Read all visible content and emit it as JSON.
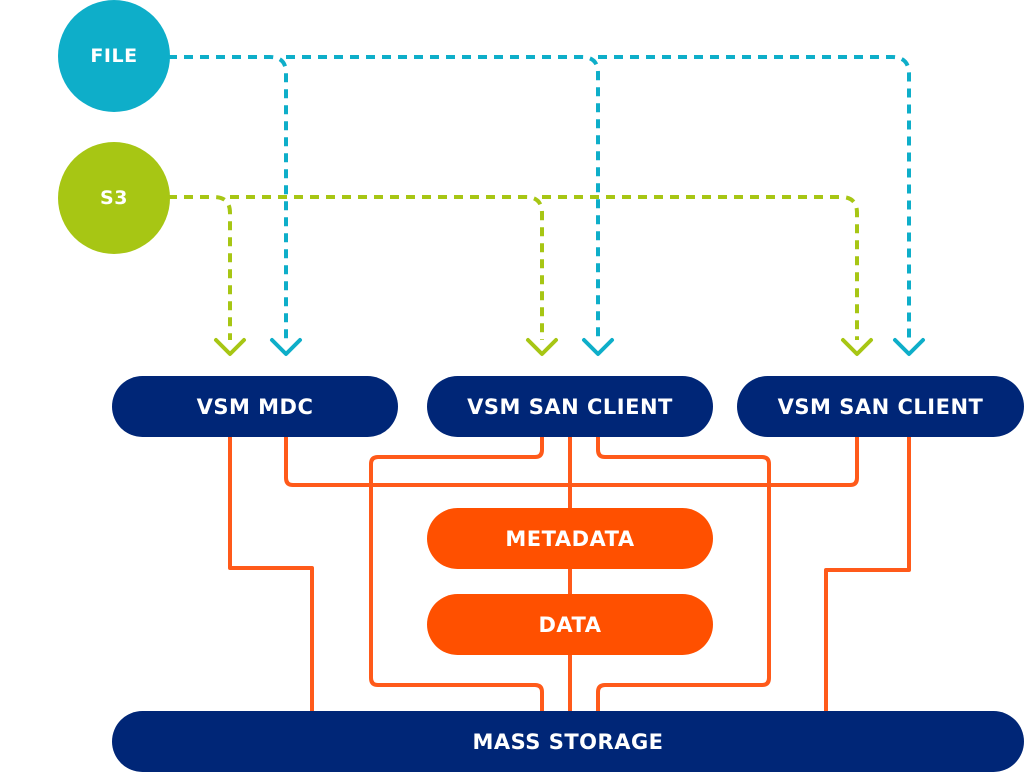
{
  "colors": {
    "navy": "#002677",
    "orange": "#ff5000",
    "teal": "#0eaec9",
    "lime": "#a7c614",
    "connector_orange": "#ff5a1a"
  },
  "protocols": {
    "file": "FILE",
    "s3": "S3"
  },
  "nodes": {
    "mdc": "VSM MDC",
    "san_client_1": "VSM SAN CLIENT",
    "san_client_2": "VSM SAN CLIENT",
    "metadata": "METADATA",
    "data": "DATA",
    "mass_storage": "MASS STORAGE"
  }
}
